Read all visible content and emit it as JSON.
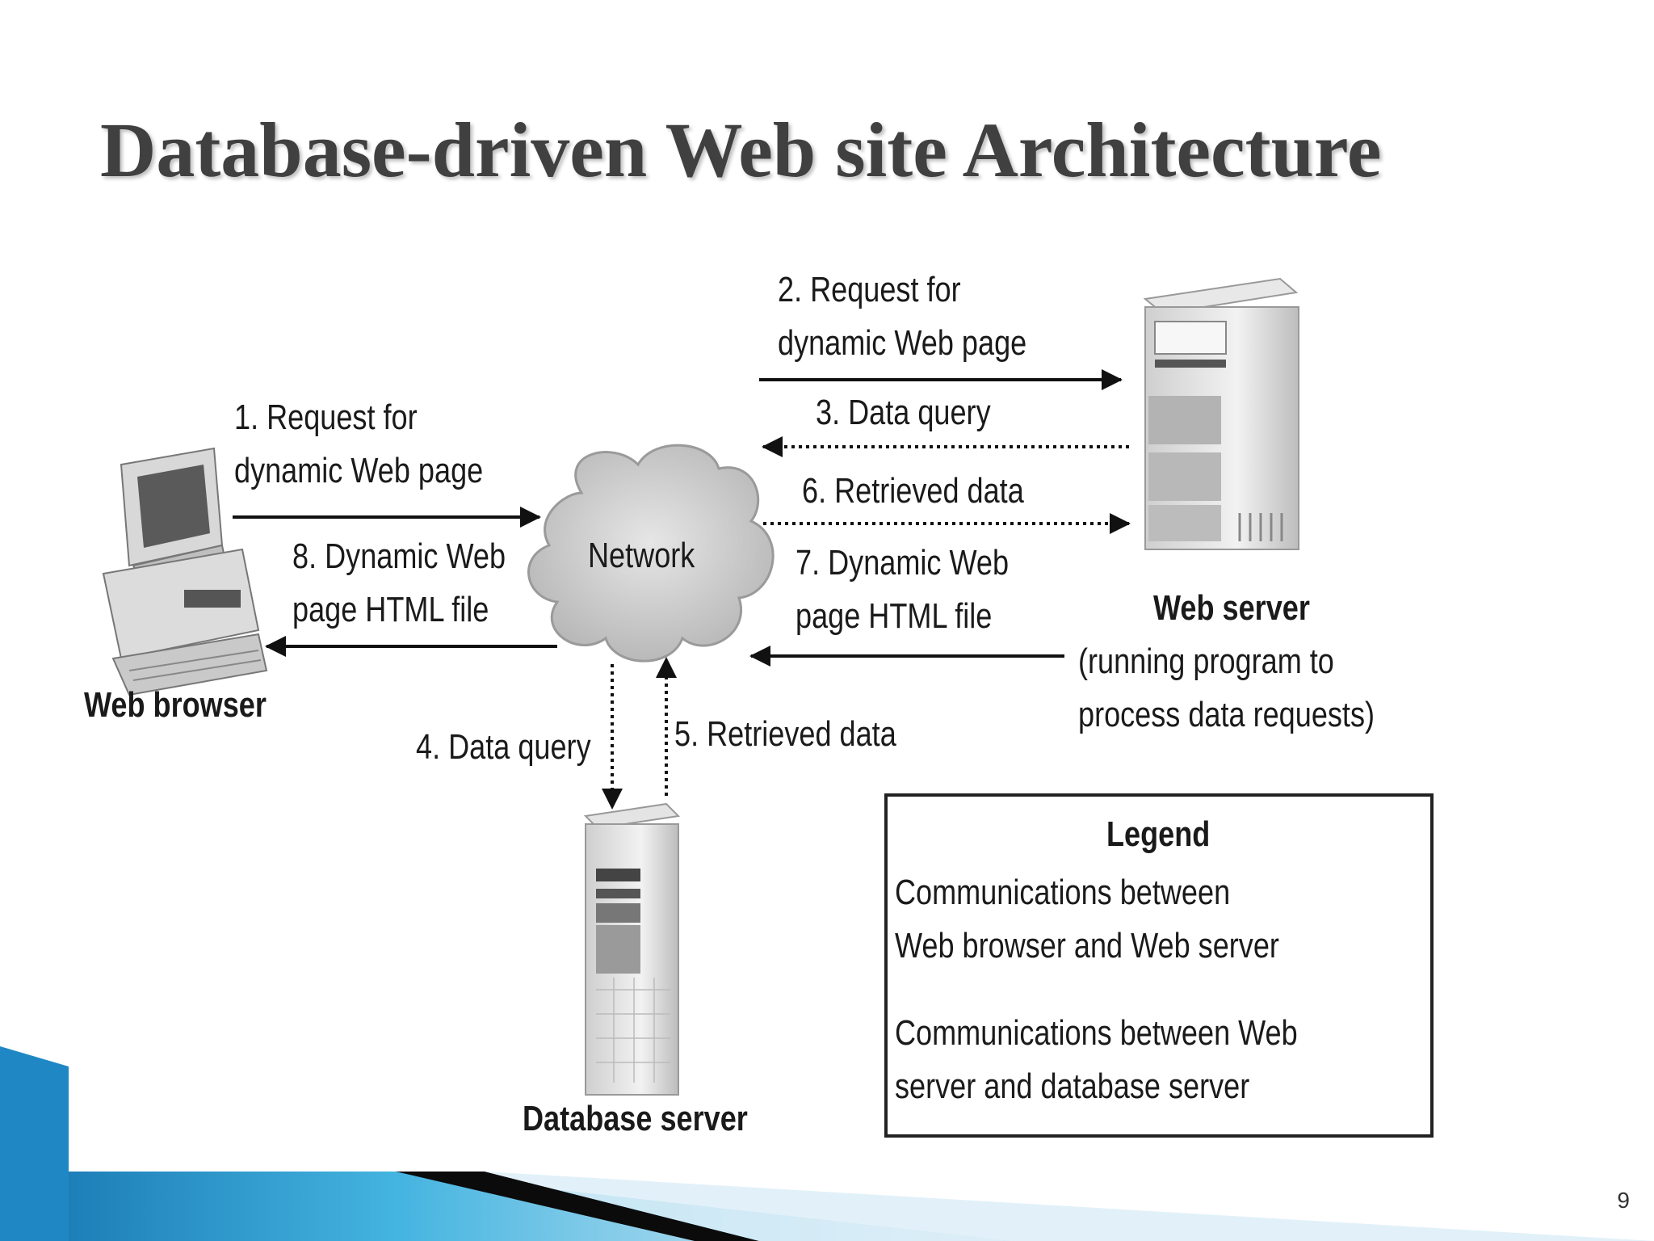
{
  "title": "Database-driven Web site Architecture",
  "page_number": "9",
  "nodes": {
    "web_browser": "Web browser",
    "network": "Network",
    "web_server": "Web server",
    "web_server_note_1": "(running program to",
    "web_server_note_2": "process data requests)",
    "database_server": "Database server"
  },
  "steps": {
    "s1_line1": "1. Request for",
    "s1_line2": "dynamic Web page",
    "s2_line1": "2. Request for",
    "s2_line2": "dynamic Web page",
    "s3": "3. Data query",
    "s4": "4. Data query",
    "s5": "5. Retrieved data",
    "s6": "6. Retrieved data",
    "s7_line1": "7. Dynamic Web",
    "s7_line2": "page HTML file",
    "s8_line1": "8. Dynamic Web",
    "s8_line2": "page HTML file"
  },
  "legend": {
    "title": "Legend",
    "solid_line1": "Communications between",
    "solid_line2": "Web browser and Web server",
    "dotted_line1": "Communications between Web",
    "dotted_line2": "server and database server"
  },
  "colors": {
    "accent_blue": "#2a9fd6",
    "accent_dark": "#0b0b0b"
  }
}
